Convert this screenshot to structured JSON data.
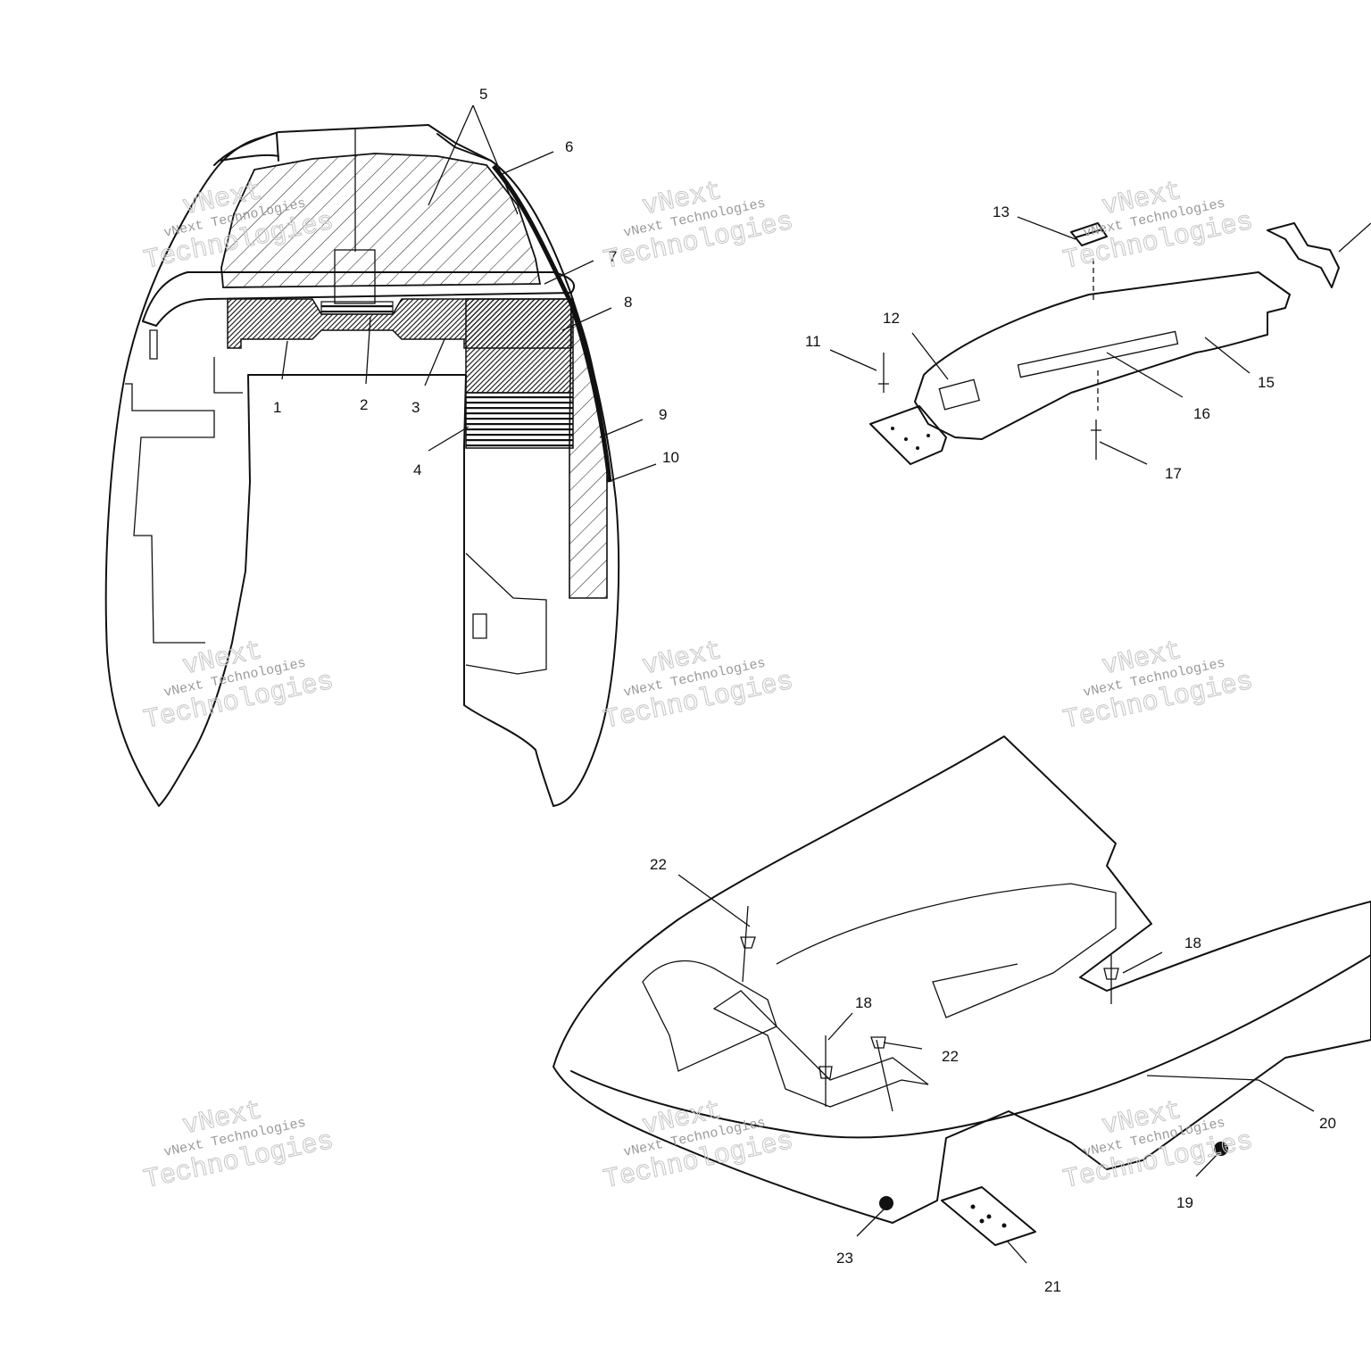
{
  "watermark": {
    "line1": "vNext Technologies",
    "line2": "vNext",
    "line3": "Technologies"
  },
  "callouts": {
    "c1": "1",
    "c2": "2",
    "c3": "3",
    "c4": "4",
    "c5": "5",
    "c6": "6",
    "c7": "7",
    "c8": "8",
    "c9": "9",
    "c10": "10",
    "c11": "11",
    "c12": "12",
    "c13": "13",
    "c15": "15",
    "c16": "16",
    "c17": "17",
    "c18a": "18",
    "c18b": "18",
    "c19": "19",
    "c20": "20",
    "c21": "21",
    "c22a": "22",
    "c22b": "22",
    "c23": "23"
  },
  "colors": {
    "line": "#111111",
    "watermark": "#c8c8c8",
    "background": "#ffffff"
  }
}
